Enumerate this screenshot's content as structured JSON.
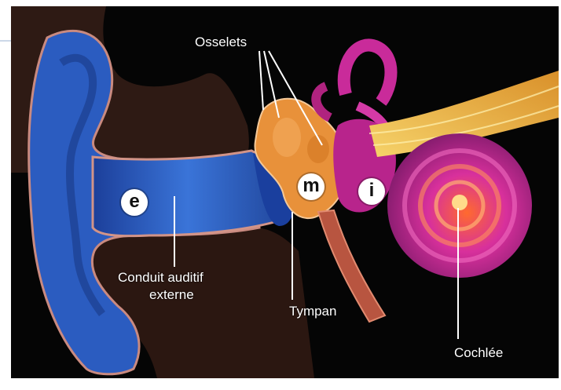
{
  "labels": {
    "ossicles": "Osselets",
    "canal_line1": "Conduit auditif",
    "canal_line2": "externe",
    "eardrum": "Tympan",
    "cochlea": "Cochlée"
  },
  "badges": {
    "outer": "e",
    "middle": "m",
    "inner": "i"
  },
  "colors": {
    "background": "#050505",
    "skin": "#3a2118",
    "canal": "#2f63c9",
    "ossicles": "#e8913a",
    "inner_ear": "#c92b9a",
    "nerve": "#f0b446"
  }
}
